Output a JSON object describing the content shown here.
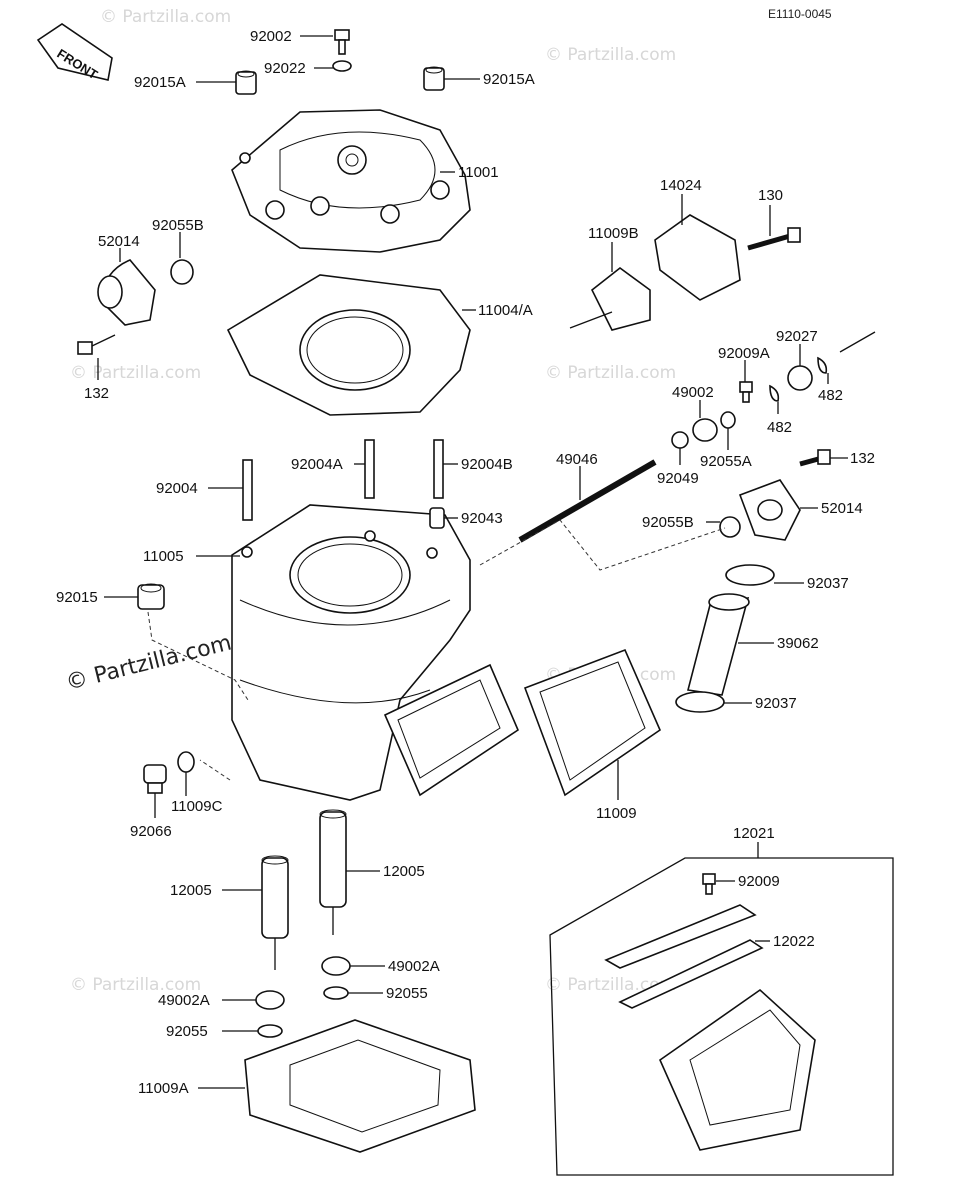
{
  "drawing_code": "E1110-0045",
  "front_label": "FRONT",
  "watermark": "© Partzilla.com",
  "callouts": {
    "c92002": "92002",
    "c92022": "92022",
    "c92015A_left": "92015A",
    "c92015A_right": "92015A",
    "c11001": "11001",
    "c92055B_top": "92055B",
    "c52014_left": "52014",
    "c132_left": "132",
    "c11004A": "11004/A",
    "c14024": "14024",
    "c130": "130",
    "c11009B": "11009B",
    "c92027": "92027",
    "c92009A": "92009A",
    "c482_right": "482",
    "c482_mid": "482",
    "c49002": "49002",
    "c92055A": "92055A",
    "c92049": "92049",
    "c49046": "49046",
    "c132_right": "132",
    "c52014_right": "52014",
    "c92055B_mid": "92055B",
    "c92004": "92004",
    "c92004A": "92004A",
    "c92004B": "92004B",
    "c92043": "92043",
    "c11005": "11005",
    "c92037_top": "92037",
    "c92015": "92015",
    "c39062": "39062",
    "c92037_bottom": "92037",
    "c92066": "92066",
    "c11009C": "11009C",
    "c11009": "11009",
    "c12021": "12021",
    "c12005_right": "12005",
    "c12005_left": "12005",
    "c92009": "92009",
    "c12022": "12022",
    "c49002A_right": "49002A",
    "c49002A_left": "49002A",
    "c92055_right": "92055",
    "c92055_left": "92055",
    "c11009A": "11009A"
  }
}
